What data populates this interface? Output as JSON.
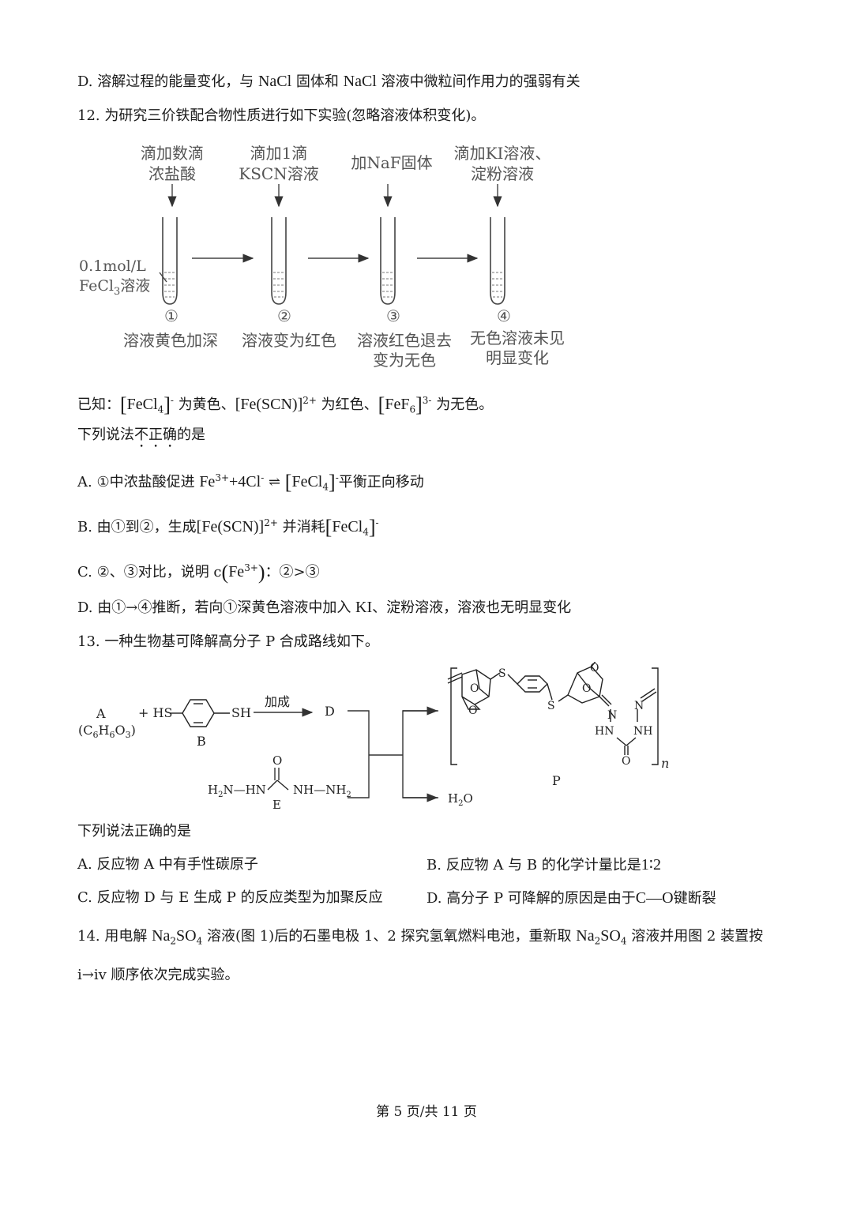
{
  "q11": {
    "option_d_prefix": "D. 溶解过程的能量变化，与 ",
    "option_d_nacl1": "NaCl",
    "option_d_mid": " 固体和 ",
    "option_d_nacl2": "NaCl",
    "option_d_suffix": " 溶液中微粒间作用力的强弱有关"
  },
  "q12": {
    "stem": "12. 为研究三价铁配合物性质进行如下实验(忽略溶液体积变化)。",
    "steps": [
      {
        "reagent_line1": "滴加数滴",
        "reagent_line2": "浓盐酸",
        "number": "①",
        "result_line1": "溶液黄色加深",
        "result_line2": ""
      },
      {
        "reagent_line1": "滴加1滴",
        "reagent_line2": "KSCN溶液",
        "number": "②",
        "result_line1": "溶液变为红色",
        "result_line2": ""
      },
      {
        "reagent_line1": "加NaF固体",
        "reagent_line2": "",
        "number": "③",
        "result_line1": "溶液红色退去",
        "result_line2": "变为无色"
      },
      {
        "reagent_line1": "滴加KI溶液、",
        "reagent_line2": "淀粉溶液",
        "number": "④",
        "result_line1": "无色溶液未见",
        "result_line2": "明显变化"
      }
    ],
    "solution_label_1": "0.1mol/L",
    "solution_label_2": "FeCl",
    "solution_label_2_sub": "3",
    "solution_label_2_tail": "溶液",
    "known_prefix": "已知：",
    "known_c1": "FeCl",
    "known_c1_sub": "4",
    "known_c1_charge": "-",
    "known_t1": "为黄色、",
    "known_c2": "[Fe(SCN)]",
    "known_c2_charge": "2+",
    "known_t2": "为红色、",
    "known_c3": "FeF",
    "known_c3_sub": "6",
    "known_c3_charge": "3-",
    "known_t3": "为无色。",
    "question_a": "下列说法",
    "question_b": "不正确",
    "question_c": "的是",
    "option_a_1": "A. ①中浓盐酸促进 ",
    "option_a_fe": "Fe",
    "option_a_fe_charge": "3+",
    "option_a_2": "+4Cl",
    "option_a_cl_charge": "-",
    "option_a_sym": " ⇌ ",
    "option_a_c": "FeCl",
    "option_a_c_sub": "4",
    "option_a_c_charge": "-",
    "option_a_3": "平衡正向移动",
    "option_b_1": "B. 由①到②，生成",
    "option_b_c1": "[Fe(SCN)]",
    "option_b_c1_charge": "2+",
    "option_b_2": "并消耗",
    "option_b_c2": "FeCl",
    "option_b_c2_sub": "4",
    "option_b_c2_charge": "-",
    "option_c_1": "C. ②、③对比，说明 c",
    "option_c_fe": "Fe",
    "option_c_fe_charge": "3+",
    "option_c_2": "：②>③",
    "option_d_1": "D. 由①→④推断，若向①深黄色溶液中加入 ",
    "option_d_ki": "KI",
    "option_d_2": "、淀粉溶液，溶液也无明显变化"
  },
  "q13": {
    "stem": "13. 一种生物基可降解高分子 P 合成路线如下。",
    "label_a": "A",
    "formula_a": "(C",
    "formula_a_s1": "6",
    "formula_a_h": "H",
    "formula_a_s2": "6",
    "formula_a_o": "O",
    "formula_a_s3": "3",
    "formula_a_end": ")",
    "plus_hs": "+ HS",
    "sh": "SH",
    "label_b": "B",
    "reaction_label": "加成",
    "label_d": "D",
    "e_left": "H",
    "e_left_sub": "2",
    "e_left_tail": "N—HN",
    "e_o": "O",
    "e_right": "NH—NH",
    "e_right_sub": "2",
    "label_e": "E",
    "water": "H",
    "water_sub": "2",
    "water_o": "O",
    "label_p": "P",
    "n": "n",
    "atom_s": "S",
    "atom_o": "O",
    "atom_n": "N",
    "atom_hn": "HN",
    "atom_nh": "NH",
    "question": "下列说法正确的是",
    "option_a": "A. 反应物 A 中有手性碳原子",
    "option_b_1": "B. 反应物 A 与 B 的化学计量比是",
    "option_b_ratio": "1∶2",
    "option_c": "C. 反应物 D 与 E 生成 P 的反应类型为加聚反应",
    "option_d_1": "D. 高分子 P 可降解的原因是由于",
    "option_d_bond": "C—O",
    "option_d_2": "键断裂"
  },
  "q14": {
    "stem_1": "14. 用电解 ",
    "na": "Na",
    "na_sub": "2",
    "so": "SO",
    "so_sub": "4",
    "stem_2": " 溶液(图 1)后的石墨电极 1、2 探究氢氧燃料电池，重新取 ",
    "stem_3": " 溶液并用图 2 装置按",
    "stem_line2": "i→iv 顺序依次完成实验。"
  },
  "footer": "第 5 页/共 11 页"
}
